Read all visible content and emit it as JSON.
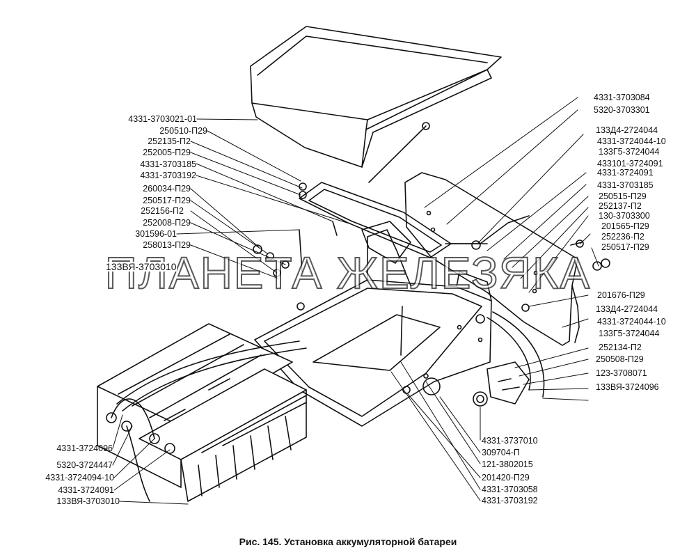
{
  "watermark": "ПЛАНЕТА ЖЕЛЕЗЯКА",
  "caption": "Рис. 145. Установка аккумуляторной батареи",
  "labels_left_top": [
    "4331-3703021-01",
    "250510-П29",
    "252135-П2",
    "252005-П29",
    "4331-3703185",
    "4331-3703192",
    "260034-П29",
    "250517-П29",
    "252156-П2",
    "252008-П29",
    "301596-01",
    "258013-П29"
  ],
  "label_left_mid": "133ВЯ-3703010",
  "labels_left_bottom": [
    "4331-3724096",
    "5320-3724447",
    "4331-3724094-10",
    "4331-3724091",
    "133ВЯ-3703010"
  ],
  "labels_right": [
    "4331-3703084",
    "5320-3703301",
    "133Д4-2724044",
    "4331-3724044-10",
    "133Г5-3724044",
    "433101-3724091",
    "4331-3724091",
    "4331-3703185",
    "250515-П29",
    "252137-П2",
    "130-3703300",
    "201565-П29",
    "252236-П2",
    "250517-П29",
    "201676-П29",
    "133Д4-2724044",
    "4331-3724044-10",
    "133Г5-3724044",
    "252134-П2",
    "250508-П29",
    "123-3708071",
    "133ВЯ-3724096"
  ],
  "labels_bottom_center": [
    "4331-3737010",
    "309704-П",
    "121-3802015",
    "201420-П29",
    "4331-3703058",
    "4331-3703192"
  ]
}
